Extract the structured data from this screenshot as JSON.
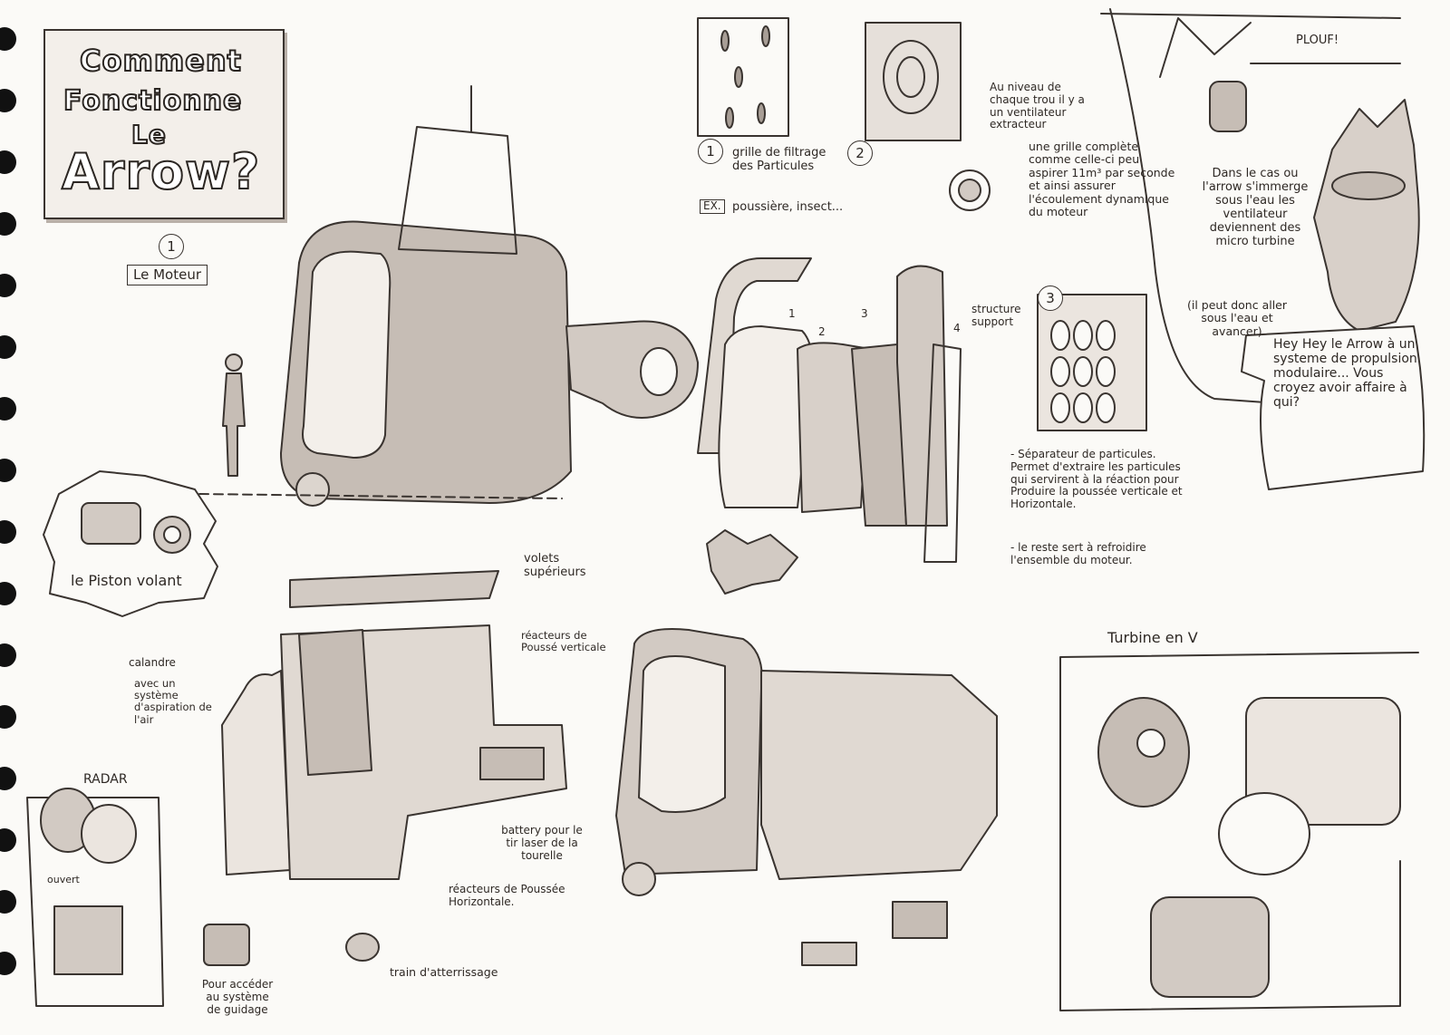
{
  "title": {
    "line1": "Comment",
    "line2": "Fonctionne",
    "line3": "Le",
    "line4": "Arrow?"
  },
  "section1": {
    "number": "1",
    "label": "Le Moteur"
  },
  "piston_label": "le Piston volant",
  "step1": {
    "number": "1",
    "text": "grille de filtrage des Particules",
    "ex_tag": "EX.",
    "ex_text": "poussière, insect..."
  },
  "step2": {
    "number": "2",
    "note1": "Au niveau de chaque trou il y a un ventilateur extracteur",
    "note2": "une grille complète comme celle-ci peu aspirer 11m³ par seconde et ainsi assurer l'écoulement dynamique du moteur"
  },
  "exploded_numbers": [
    "1",
    "2",
    "3"
  ],
  "structure": {
    "number": "4",
    "label": "structure support"
  },
  "step3": {
    "number": "3",
    "text1": "- Séparateur de particules. Permet d'extraire les particules qui servirent à la réaction pour Produire la poussée verticale et Horizontale.",
    "text2": "- le reste sert à refroidire l'ensemble du moteur."
  },
  "comic": {
    "sfx": "PLOUF!",
    "narration": "Dans le cas ou l'arrow s'immerge sous l'eau les ventilateur deviennent des micro turbine",
    "aside": "(il peut donc aller sous l'eau et avancer)",
    "speech": "Hey Hey le Arrow à un systeme de propulsion modulaire... Vous croyez avoir affaire à qui?"
  },
  "labels": {
    "volets": "volets supérieurs",
    "reacteurs_v": "réacteurs de Poussé verticale",
    "calandre": "calandre",
    "calandre_note": "avec un système d'aspiration de l'air",
    "radar": "RADAR",
    "ouvert": "ouvert",
    "battery": "battery pour le tir laser de la tourelle",
    "reacteurs_h": "réacteurs de Poussée Horizontale.",
    "guidage": "Pour accéder au système de guidage",
    "train": "train d'atterrissage",
    "turbine": "Turbine en V"
  },
  "colors": {
    "paper": "#fbfaf7",
    "ink": "#2b2622",
    "wash": "#b8aea6",
    "wash_dark": "#8f847b"
  }
}
